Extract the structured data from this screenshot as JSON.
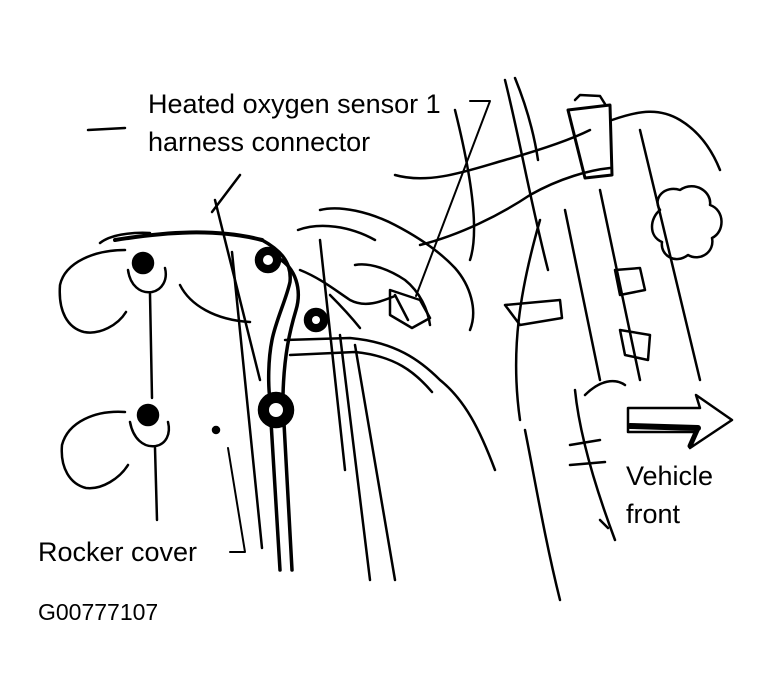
{
  "diagram": {
    "labels": {
      "sensor_line1": "Heated oxygen sensor 1",
      "sensor_line2": "harness connector",
      "rocker_cover": "Rocker cover",
      "vehicle_front_line1": "Vehicle",
      "vehicle_front_line2": "front",
      "figure_id": "G00777107"
    },
    "colors": {
      "ink": "#000000",
      "paper": "#ffffff"
    },
    "icons": {
      "direction_arrow": "right-arrow-icon"
    }
  }
}
